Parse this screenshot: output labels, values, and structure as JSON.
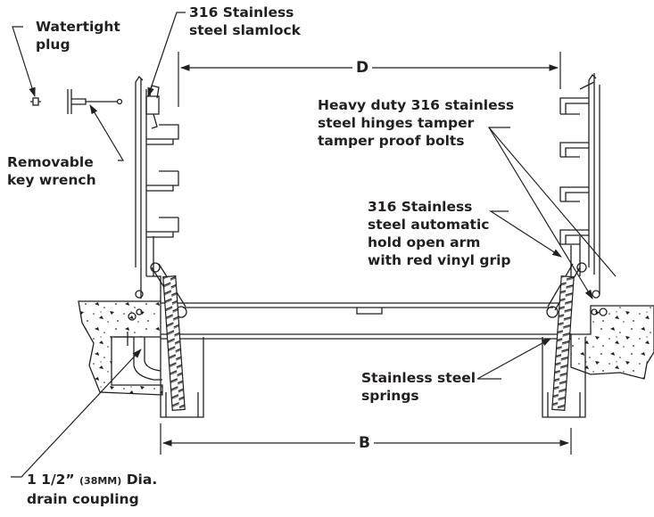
{
  "dimensions": {
    "d": "D",
    "b": "B"
  },
  "labels": {
    "slamlock": [
      "316 Stainless",
      "steel slamlock"
    ],
    "plug": [
      "Watertight",
      "plug"
    ],
    "wrench": [
      "Removable",
      "key wrench"
    ],
    "hinges": [
      "Heavy duty 316 stainless",
      "steel hinges tamper",
      "tamper proof bolts"
    ],
    "arm": [
      "316 Stainless",
      "steel automatic",
      "hold open arm",
      "with red vinyl grip"
    ],
    "springs": [
      "Stainless steel",
      "springs"
    ],
    "drain": {
      "size": "1 1/2”",
      "metric": "(38MM)",
      "rest": "Dia.",
      "line2": "drain coupling"
    }
  },
  "colors": {
    "line": "#231f20",
    "fill": "#ffffff"
  }
}
